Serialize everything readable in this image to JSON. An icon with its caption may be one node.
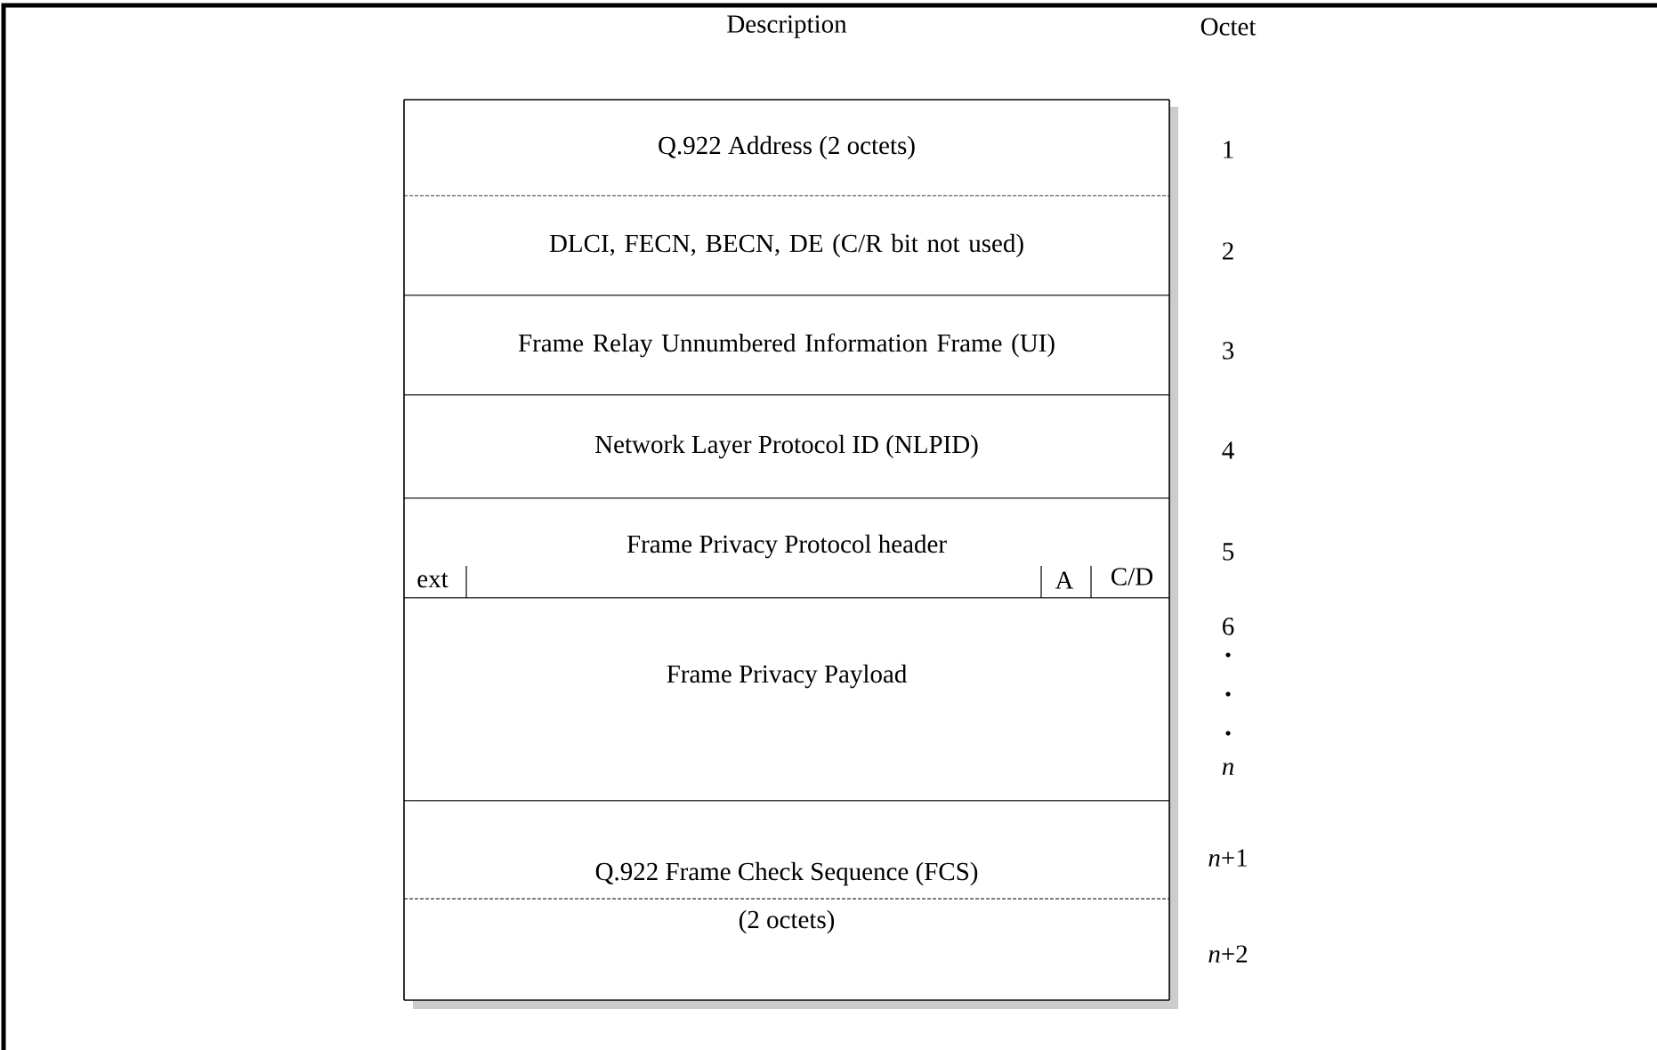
{
  "diagram": {
    "nodes": [
      {
        "text": [
          "Q.922 Address (2 octets)"
        ],
        "beside": [
          "1"
        ]
      },
      {
        "text": [
          "DLCI, FECN, BECN, DE (C/R bit not used)"
        ],
        "beside": [
          "2"
        ]
      },
      {
        "text": [
          "Frame Relay Unnumbered Information Frame (UI)"
        ],
        "beside": [
          "3"
        ]
      },
      {
        "text": [
          "Network Layer Protocol ID (NLPID)"
        ],
        "beside": [
          "4"
        ]
      },
      {
        "text": [
          "Frame Privacy Protocol header",
          "ext",
          "A",
          "C/D"
        ],
        "beside": [
          "5"
        ]
      },
      {
        "text": [
          "Frame Privacy Payload"
        ],
        "beside": [
          "6",
          "n"
        ]
      },
      {
        "text": [
          "Q.922 Frame Check Sequence (FCS)",
          "(2 octets)"
        ],
        "beside": [
          "*n*+1",
          "*n*+2"
        ]
      }
    ],
    "labels": [
      "Description",
      "Octet"
    ]
  }
}
